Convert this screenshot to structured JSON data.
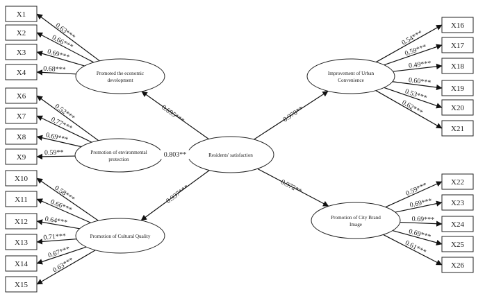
{
  "center": {
    "label": "Residents' satisfaction"
  },
  "constructs": [
    {
      "label_lines": [
        "Promoted the economic",
        "development"
      ],
      "path": "0.695***",
      "indicators": [
        {
          "label": "X1",
          "loading": "0.63***"
        },
        {
          "label": "X2",
          "loading": "0.66***"
        },
        {
          "label": "X3",
          "loading": "0.69***"
        },
        {
          "label": "X4",
          "loading": "0.68***"
        }
      ]
    },
    {
      "label_lines": [
        "Promotion of environmental",
        "protection"
      ],
      "path": "0.803**",
      "indicators": [
        {
          "label": "X6",
          "loading": "0.52***"
        },
        {
          "label": "X7",
          "loading": "0.77***"
        },
        {
          "label": "X8",
          "loading": "0.69***"
        },
        {
          "label": "X9",
          "loading": "0.59**"
        }
      ]
    },
    {
      "label_lines": [
        "Promotion of Cultural Quality"
      ],
      "path": "0.937***",
      "indicators": [
        {
          "label": "X10",
          "loading": "0.58***"
        },
        {
          "label": "X11",
          "loading": "0.66***"
        },
        {
          "label": "X12",
          "loading": "0.64***"
        },
        {
          "label": "X13",
          "loading": "0.71***"
        },
        {
          "label": "X14",
          "loading": "0.67***"
        },
        {
          "label": "X15",
          "loading": "0.63***"
        }
      ]
    },
    {
      "label_lines": [
        "Improvement of Urban",
        "Convenience"
      ],
      "path": "0.970**",
      "indicators": [
        {
          "label": "X16",
          "loading": "0.54***"
        },
        {
          "label": "X17",
          "loading": "0.59***"
        },
        {
          "label": "X18",
          "loading": "0.49***"
        },
        {
          "label": "X19",
          "loading": "0.60***"
        },
        {
          "label": "X20",
          "loading": "0.53***"
        },
        {
          "label": "X21",
          "loading": "0.62***"
        }
      ]
    },
    {
      "label_lines": [
        "Promotion of City Brand",
        "Image"
      ],
      "path": "0.972**",
      "indicators": [
        {
          "label": "X22",
          "loading": "0.59***"
        },
        {
          "label": "X23",
          "loading": "0.69***"
        },
        {
          "label": "X24",
          "loading": "0.69***"
        },
        {
          "label": "X25",
          "loading": "0.69***"
        },
        {
          "label": "X26",
          "loading": "0.61***"
        }
      ]
    }
  ]
}
